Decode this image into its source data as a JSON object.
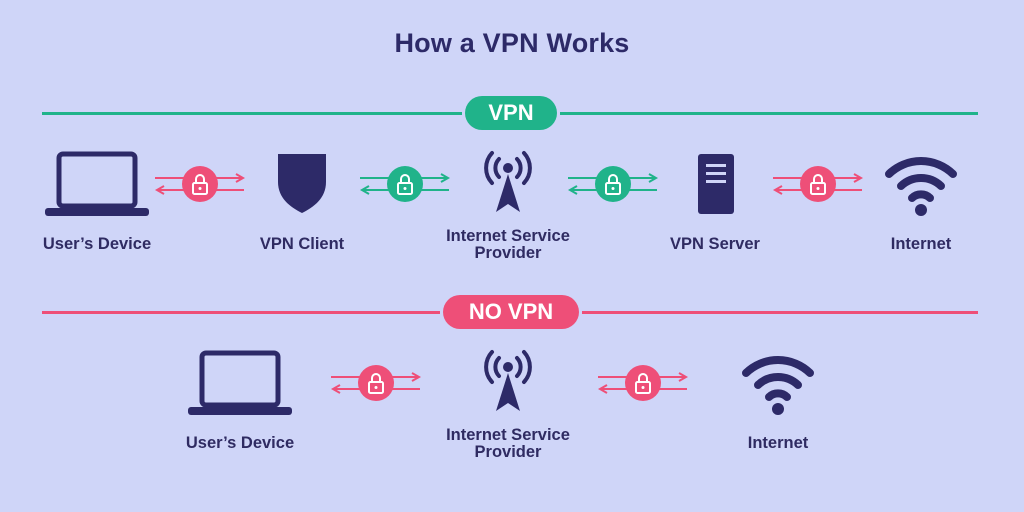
{
  "title": "How a VPN Works",
  "colors": {
    "background": "#cfd5f8",
    "vpn_green": "#20b38a",
    "no_vpn_pink": "#ee4f78",
    "icon_navy": "#2d2a68"
  },
  "vpn_section": {
    "label": "VPN",
    "nodes": [
      {
        "label": "User’s Device",
        "icon": "laptop-icon"
      },
      {
        "label": "VPN Client",
        "icon": "shield-icon"
      },
      {
        "label": "Internet Service\nProvider",
        "icon": "antenna-icon"
      },
      {
        "label": "VPN Server",
        "icon": "server-icon"
      },
      {
        "label": "Internet",
        "icon": "wifi-icon"
      }
    ],
    "connectors": [
      {
        "color": "pink",
        "icon": "lock-icon"
      },
      {
        "color": "green",
        "icon": "lock-icon"
      },
      {
        "color": "green",
        "icon": "lock-icon"
      },
      {
        "color": "pink",
        "icon": "lock-icon"
      }
    ]
  },
  "no_vpn_section": {
    "label": "NO VPN",
    "nodes": [
      {
        "label": "User’s Device",
        "icon": "laptop-icon"
      },
      {
        "label": "Internet Service\nProvider",
        "icon": "antenna-icon"
      },
      {
        "label": "Internet",
        "icon": "wifi-icon"
      }
    ],
    "connectors": [
      {
        "color": "pink",
        "icon": "lock-icon"
      },
      {
        "color": "pink",
        "icon": "lock-icon"
      }
    ]
  }
}
